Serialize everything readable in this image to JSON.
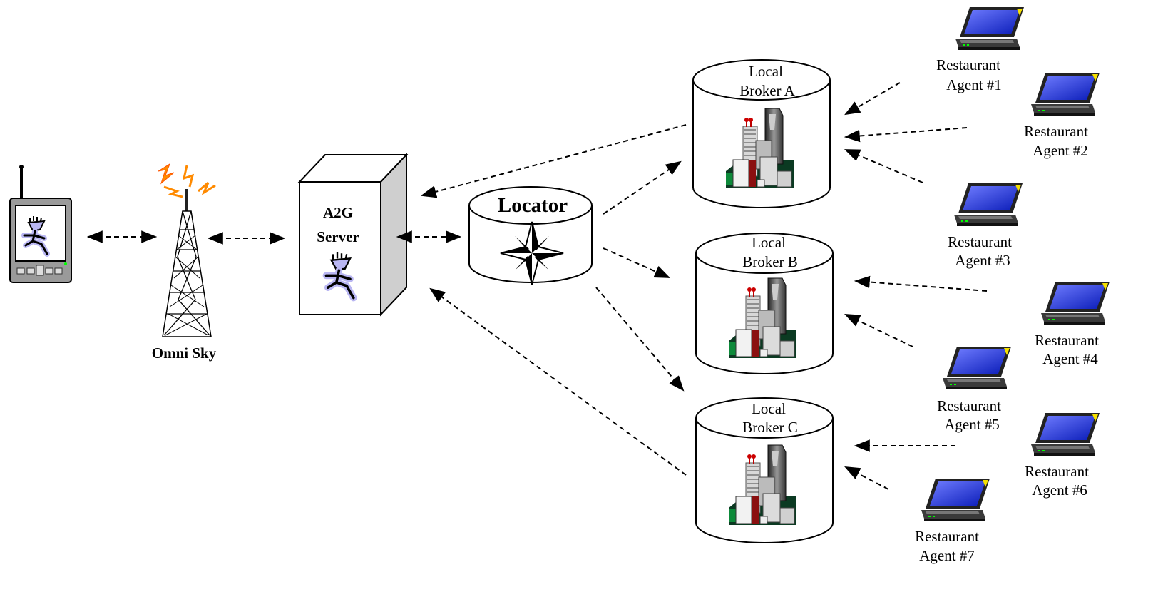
{
  "diagram": {
    "tower_label": "Omni Sky",
    "server_label_line1": "A2G",
    "server_label_line2": "Server",
    "locator_label": "Locator",
    "brokers": [
      {
        "line1": "Local",
        "line2": "Broker A"
      },
      {
        "line1": "Local",
        "line2": "Broker B"
      },
      {
        "line1": "Local",
        "line2": "Broker C"
      }
    ],
    "agents": [
      {
        "line1": "Restaurant",
        "line2": "Agent #1"
      },
      {
        "line1": "Restaurant",
        "line2": "Agent #2"
      },
      {
        "line1": "Restaurant",
        "line2": "Agent #3"
      },
      {
        "line1": "Restaurant",
        "line2": "Agent #4"
      },
      {
        "line1": "Restaurant",
        "line2": "Agent #5"
      },
      {
        "line1": "Restaurant",
        "line2": "Agent #6"
      },
      {
        "line1": "Restaurant",
        "line2": "Agent #7"
      }
    ],
    "icons": {
      "device": "handheld-device-icon",
      "tower": "antenna-tower-icon",
      "server": "server-box-icon",
      "locator": "compass-rose-icon",
      "broker": "city-buildings-icon",
      "agent": "laptop-icon",
      "runner": "running-figure-icon"
    },
    "colors": {
      "laptop_screen": "#1a2fd6",
      "laptop_lid_accent": "#f5e000",
      "signal": "#ff8a00",
      "runner_shadow": "#b9b6f2",
      "building_red": "#8a1010",
      "building_green": "#0d8a3a"
    }
  }
}
